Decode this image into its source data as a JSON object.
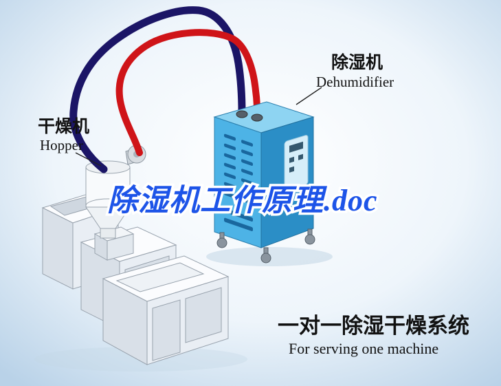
{
  "labels": {
    "hopper": {
      "cn": "干燥机",
      "en": "Hopper"
    },
    "dehumidifier": {
      "cn": "除湿机",
      "en": "Dehumidifier"
    }
  },
  "watermark": {
    "text": "除湿机工作原理.doc",
    "color": "#1d54e8"
  },
  "caption": {
    "cn": "一对一除湿干燥系统",
    "en": "For serving one machine"
  },
  "colors": {
    "background_edge": "#b9d2e8",
    "background_center": "#fdfefe",
    "pipe_supply_red": "#cf1418",
    "pipe_return_navy": "#1b1566",
    "dehumidifier_front": "#4db3e6",
    "dehumidifier_side": "#2b8ec6",
    "dehumidifier_top": "#8ed4f2",
    "dehumidifier_louver": "#19679e",
    "machine_body": "#e9eef4",
    "text": "#111111"
  }
}
